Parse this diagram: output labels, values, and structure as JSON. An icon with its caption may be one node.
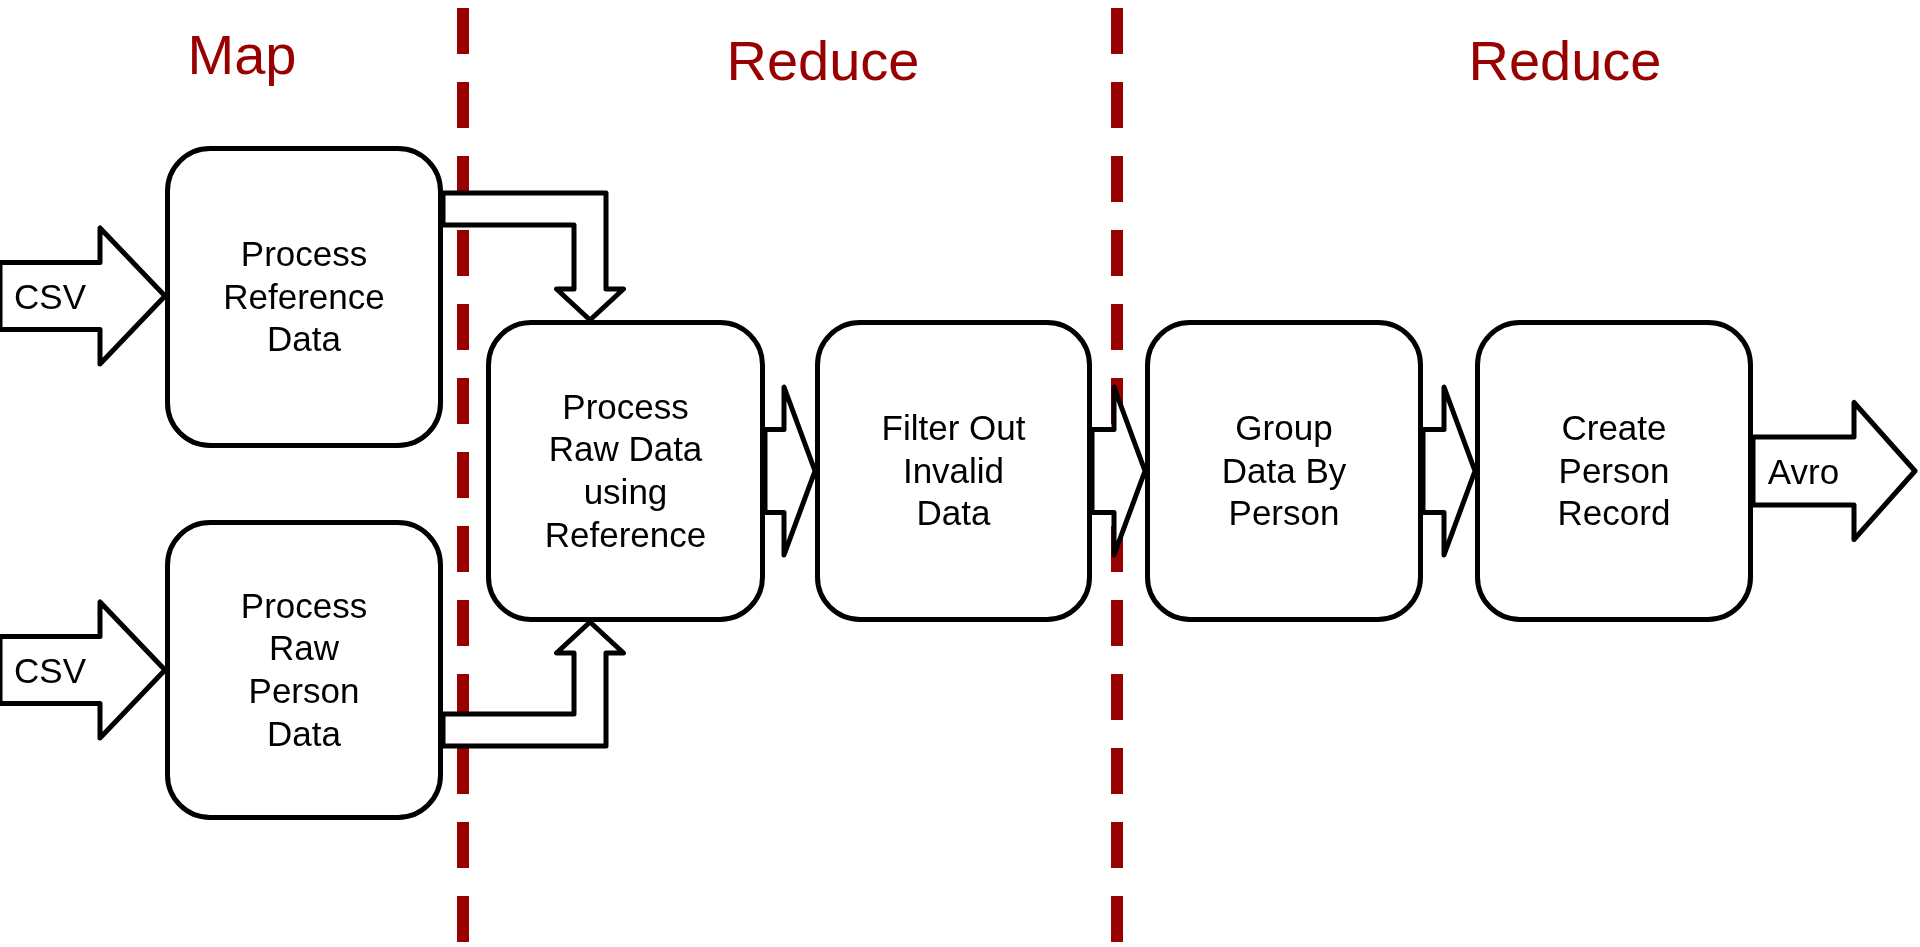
{
  "diagram": {
    "nodes": [
      {
        "text": [
          "Process Reference Data"
        ]
      },
      {
        "text": [
          "Process Raw Person Data"
        ]
      },
      {
        "text": [
          "Process Raw Data using Reference"
        ]
      },
      {
        "text": [
          "Filter Out Invalid Data"
        ]
      },
      {
        "text": [
          "Group Data By Person"
        ]
      },
      {
        "text": [
          "Create Person Record"
        ]
      }
    ],
    "edges": [
      {
        "from": null,
        "to": 0,
        "arrow": "to",
        "label": "CSV"
      },
      {
        "from": null,
        "to": 1,
        "arrow": "to",
        "label": "CSV"
      },
      {
        "from": 0,
        "to": 2,
        "arrow": "to"
      },
      {
        "from": 1,
        "to": 2,
        "arrow": "to"
      },
      {
        "from": 2,
        "to": 3,
        "arrow": "to"
      },
      {
        "from": 3,
        "to": 4,
        "arrow": "to"
      },
      {
        "from": 4,
        "to": 5,
        "arrow": "to"
      },
      {
        "from": 5,
        "to": null,
        "arrow": "to",
        "label": "Avro"
      }
    ],
    "labels": [
      "Map",
      "Reduce",
      "Reduce"
    ]
  }
}
